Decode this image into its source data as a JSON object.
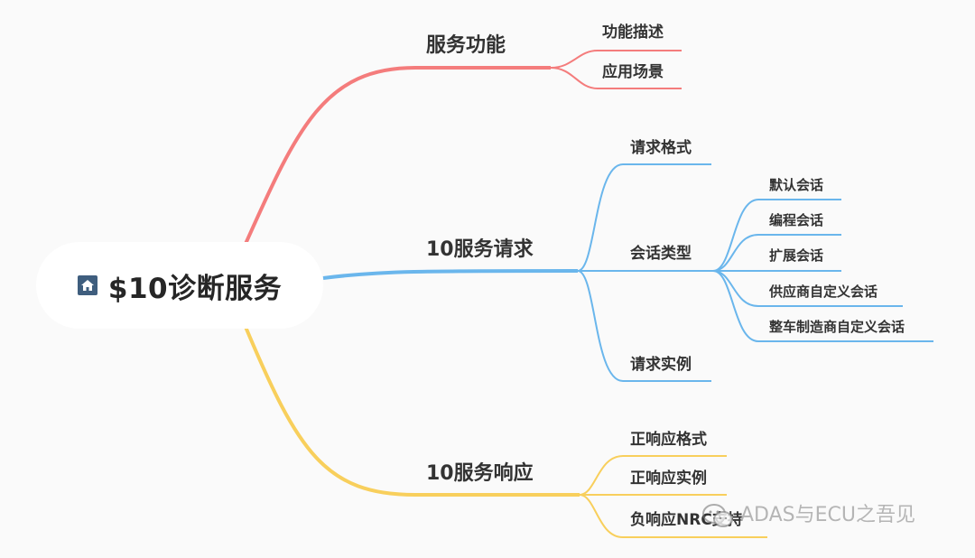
{
  "root": {
    "title": "$10诊断服务",
    "icon": "home-icon"
  },
  "colors": {
    "red": "#f47c7c",
    "blue": "#6ab6ec",
    "yellow": "#f8cf5c"
  },
  "branches": [
    {
      "label": "服务功能",
      "color": "red",
      "children": [
        {
          "label": "功能描述"
        },
        {
          "label": "应用场景"
        }
      ]
    },
    {
      "label": "10服务请求",
      "color": "blue",
      "children": [
        {
          "label": "请求格式"
        },
        {
          "label": "会话类型",
          "children": [
            {
              "label": "默认会话"
            },
            {
              "label": "编程会话"
            },
            {
              "label": "扩展会话"
            },
            {
              "label": "供应商自定义会话"
            },
            {
              "label": "整车制造商自定义会话"
            }
          ]
        },
        {
          "label": "请求实例"
        }
      ]
    },
    {
      "label": "10服务响应",
      "color": "yellow",
      "children": [
        {
          "label": "正响应格式"
        },
        {
          "label": "正响应实例"
        },
        {
          "label": "负响应NRC支持"
        }
      ]
    }
  ],
  "watermark": {
    "text": "ADAS与ECU之吾见",
    "icon": "wechat-icon"
  }
}
